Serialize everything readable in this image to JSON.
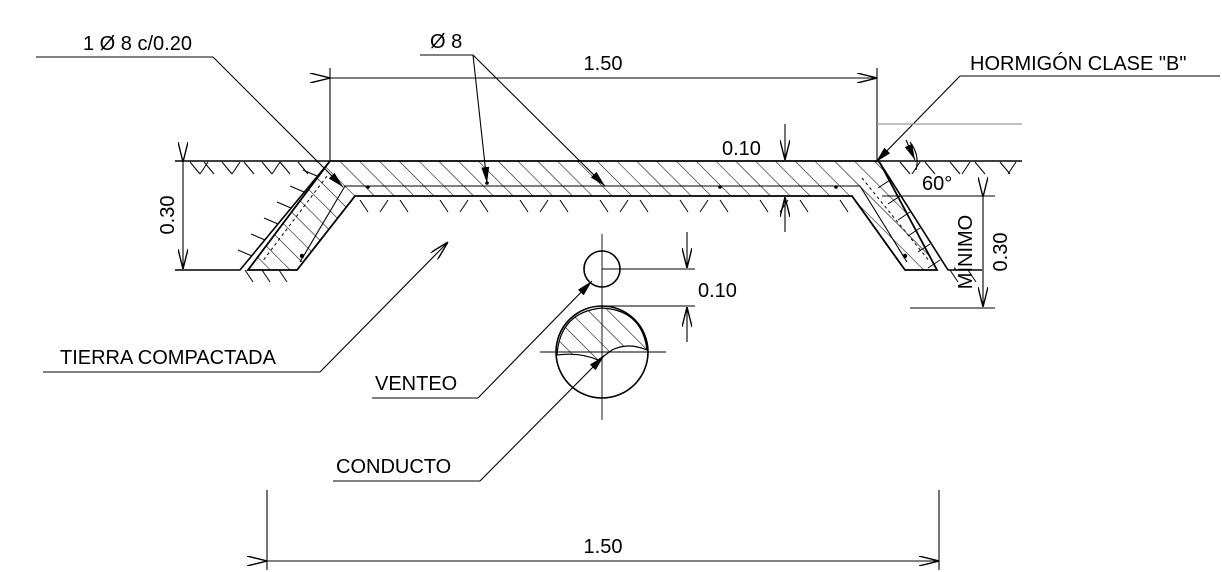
{
  "labels": {
    "bar_spacing": "1 Ø 8 c/0.20",
    "bar_diameter": "Ø 8",
    "slab_width": "1.50",
    "concrete": "HORMIGÓN CLASE \"B\"",
    "slab_thickness": "0.10",
    "angle": "60°",
    "depth_left": "0.30",
    "depth_right": "0.30",
    "minimum": "MÍNIMO",
    "vent_gap": "0.10",
    "soil": "TIERRA COMPACTADA",
    "vent": "VENTEO",
    "duct": "CONDUCTO",
    "bottom_width": "1.50"
  },
  "colors": {
    "ink": "#000000",
    "reference_line": "#9a9a9a"
  }
}
